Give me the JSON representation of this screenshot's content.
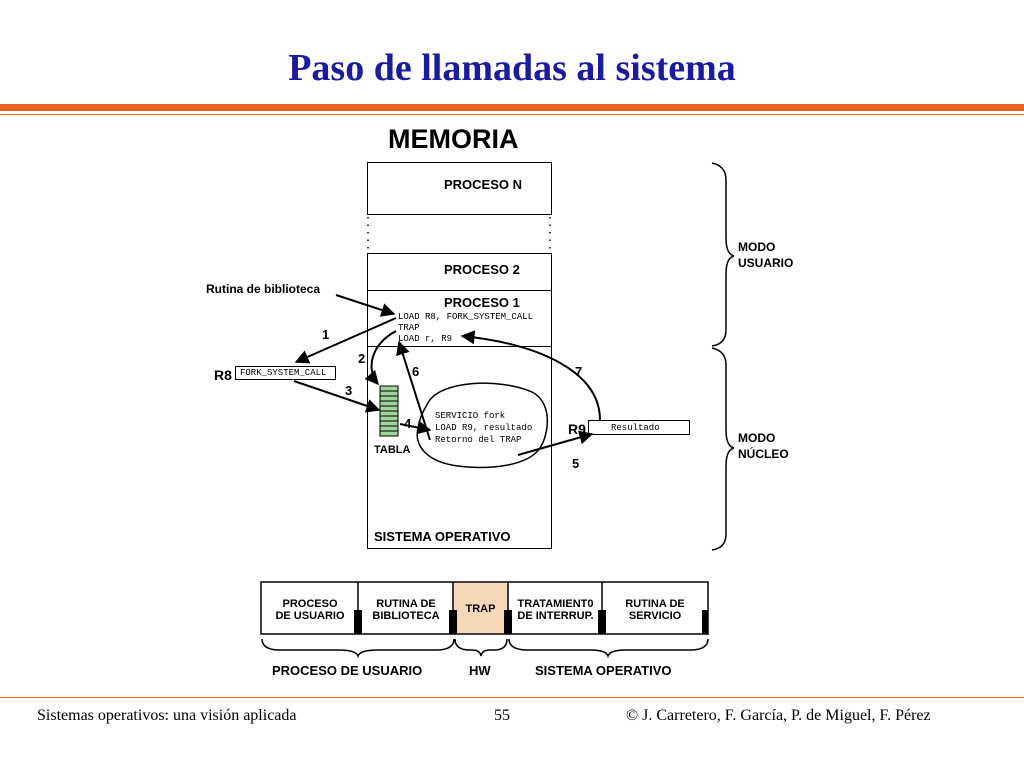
{
  "slide": {
    "title": "Paso de llamadas al sistema"
  },
  "diagram": {
    "memoria_label": "MEMORIA",
    "proceso_n": "PROCESO N",
    "proceso_2": "PROCESO 2",
    "proceso_1": "PROCESO 1",
    "rutina_biblioteca": "Rutina de biblioteca",
    "code_lines": [
      "LOAD R8, FORK_SYSTEM_CALL",
      "TRAP",
      "LOAD r, R9"
    ],
    "r8_label": "R8",
    "r8_value": "FORK_SYSTEM_CALL",
    "r9_label": "R9",
    "r9_value": "Resultado",
    "tabla_label": "TABLA",
    "servicio_lines": [
      "SERVICIO fork",
      "LOAD R9, resultado",
      "Retorno del TRAP"
    ],
    "sistema_operativo": "SISTEMA OPERATIVO",
    "modo_usuario": [
      "MODO",
      "USUARIO"
    ],
    "modo_nucleo": [
      "MODO",
      "NÚCLEO"
    ],
    "steps": [
      "1",
      "2",
      "3",
      "4",
      "5",
      "6",
      "7"
    ]
  },
  "timeline": {
    "segments": [
      [
        "PROCESO",
        "DE USUARIO"
      ],
      [
        "RUTINA DE",
        "BIBLIOTECA"
      ],
      [
        "TRAP"
      ],
      [
        "TRATAMIENT0",
        "DE INTERRUP."
      ],
      [
        "RUTINA DE",
        "SERVICIO"
      ]
    ],
    "groups": [
      "PROCESO DE USUARIO",
      "HW",
      "SISTEMA OPERATIVO"
    ],
    "trap_color": "#f6d7b8"
  },
  "footer": {
    "left": "Sistemas operativos: una visión aplicada",
    "page": "55",
    "right": "© J. Carretero, F. García, P. de Miguel, F. Pérez"
  },
  "colors": {
    "title": "#1a1aa6",
    "accent": "#e8611f",
    "tabla_fill": "#9fd49a"
  }
}
